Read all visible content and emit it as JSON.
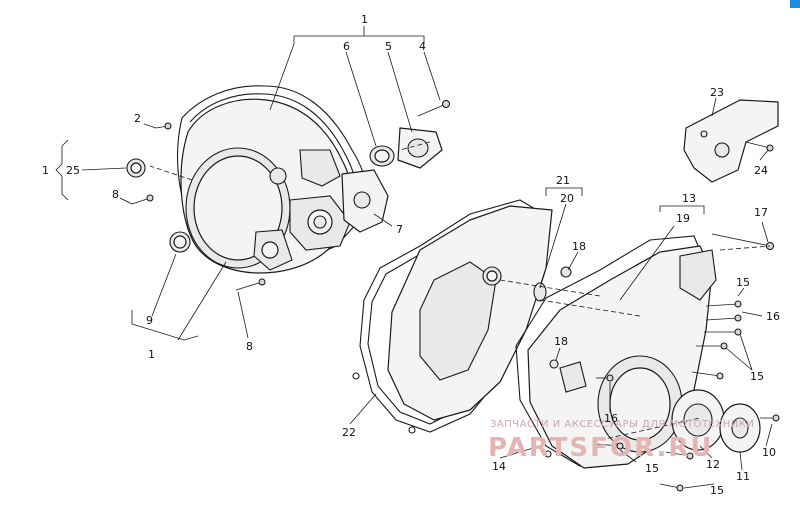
{
  "diagram": {
    "callouts": [
      "1",
      "2",
      "25",
      "8",
      "9",
      "1",
      "8",
      "6",
      "5",
      "4",
      "7",
      "23",
      "24",
      "21",
      "20",
      "18",
      "22",
      "13",
      "19",
      "17",
      "15",
      "16",
      "15",
      "18",
      "16",
      "14",
      "15",
      "12",
      "11",
      "10",
      "15"
    ],
    "side_bracket_label": "1"
  },
  "watermark": {
    "caption": "ЗАПЧАСТИ И АКСЕССУАРЫ ДЛЯ МОТОТЕХНИКИ",
    "logo_text": "PARTSFOR.RU"
  },
  "colors": {
    "ink": "#1a1a1a",
    "watermark": "#e7b4b4",
    "corner_accent": "#1e8fe0"
  }
}
